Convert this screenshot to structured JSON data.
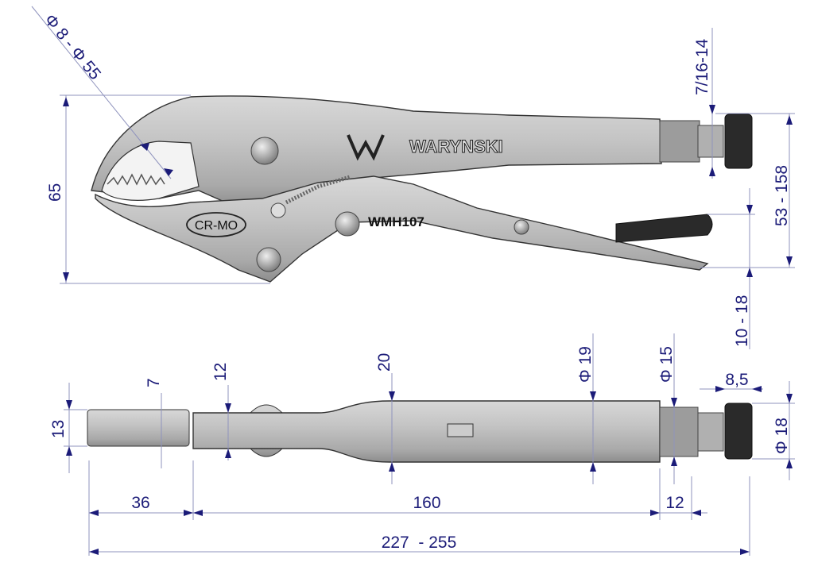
{
  "product": {
    "brand": "WARYNSKI",
    "model": "WMH107",
    "material": "CR-MO"
  },
  "dimensions": {
    "jaw_capacity": "Φ 8 - Φ 55",
    "height": "65",
    "thread": "7/16-14",
    "opening_range": "53 - 158",
    "handle_gap": "10 - 18",
    "jaw_thickness": "13",
    "jaw_tip": "7",
    "neck": "12",
    "body_width": "20",
    "handle_dia": "Φ 19",
    "screw_dia": "Φ 15",
    "knob_width": "8,5",
    "knob_dia": "Φ 18",
    "jaw_length": "36",
    "body_length": "160",
    "screw_length": "12",
    "total_length": "227  - 255"
  },
  "colors": {
    "dimension": "#1b1b78",
    "line": "#8f93bd"
  }
}
